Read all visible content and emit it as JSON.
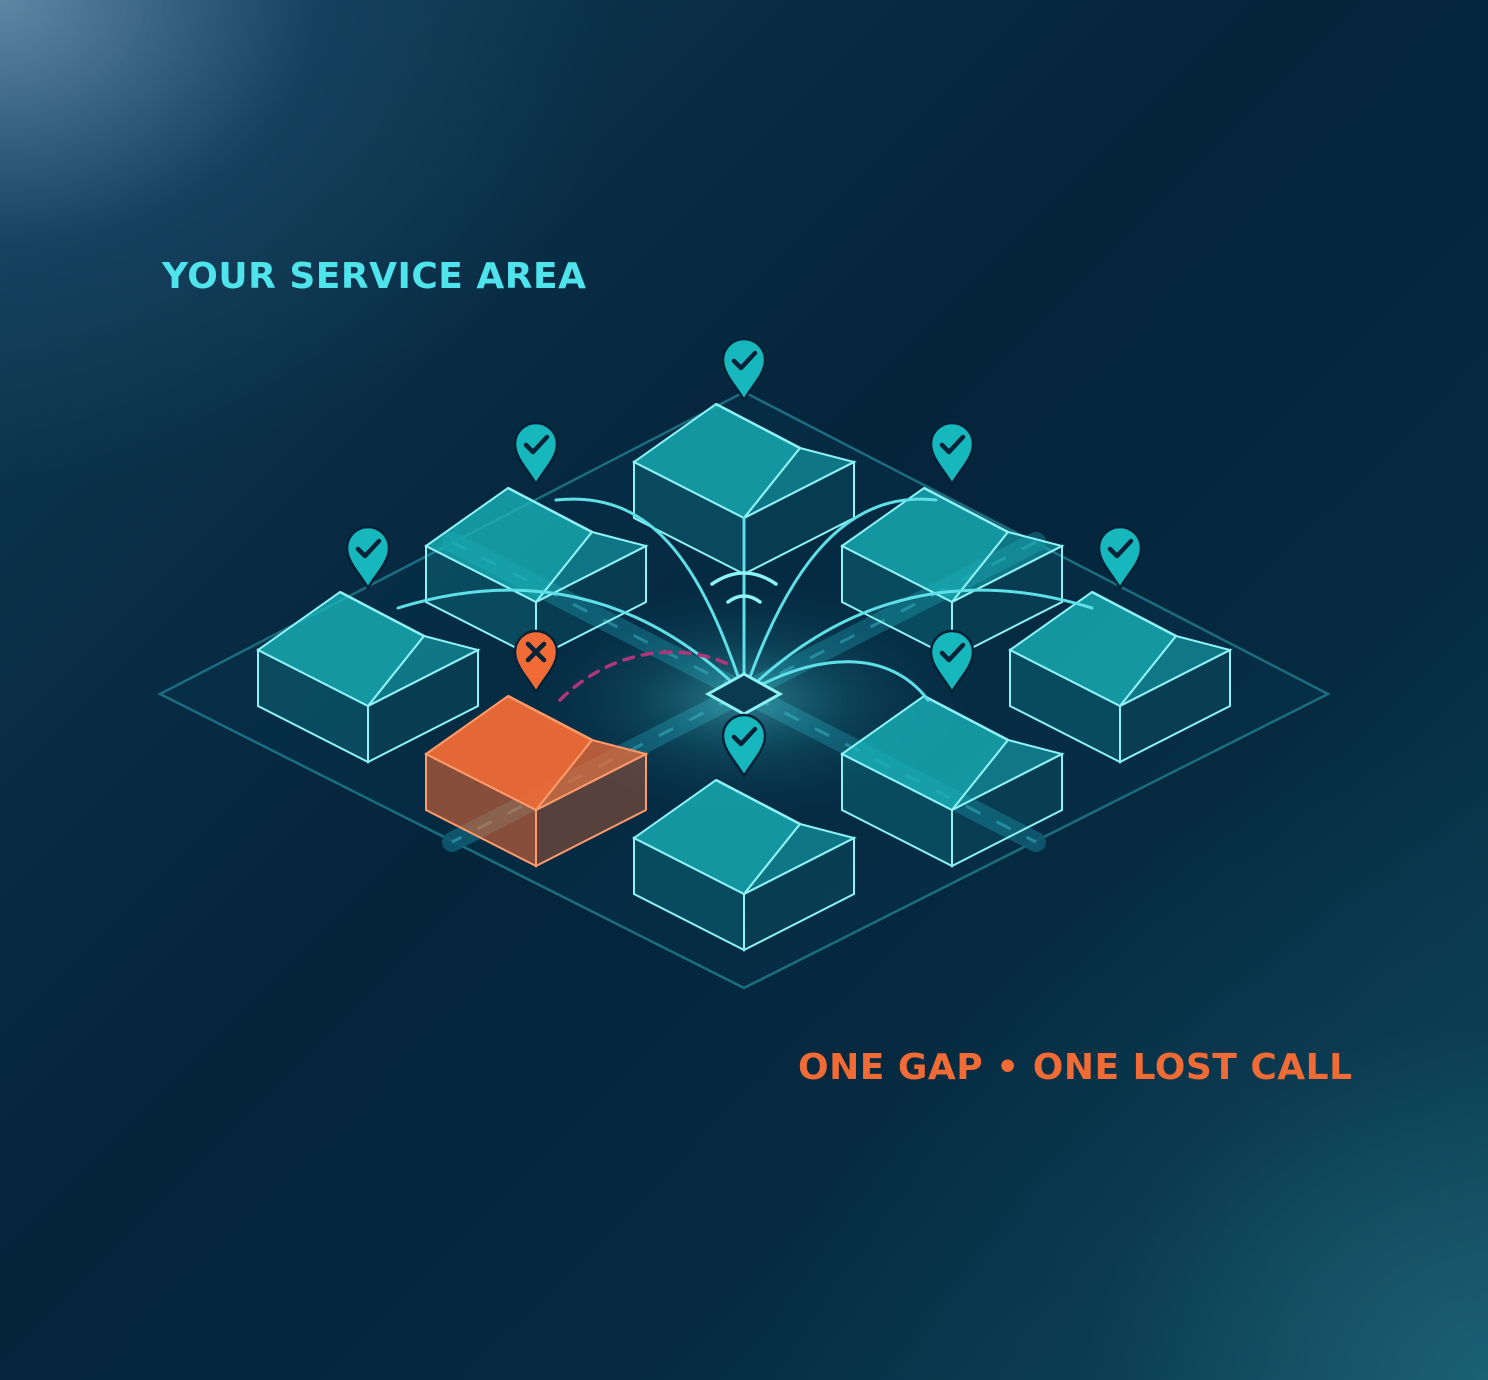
{
  "labels": {
    "service_area": "YOUR SERVICE AREA",
    "gap": "ONE GAP • ONE LOST CALL"
  },
  "colors": {
    "background": "#042236",
    "accent_teal": "#4fe3ec",
    "house_fill": "#18b5bb",
    "alert_orange": "#f06b35",
    "pin_teal": "#17b7be",
    "failed_link": "#b0357a"
  },
  "houses": [
    {
      "id": "top",
      "status": "covered"
    },
    {
      "id": "upper-left",
      "status": "covered"
    },
    {
      "id": "upper-right",
      "status": "covered"
    },
    {
      "id": "left",
      "status": "covered"
    },
    {
      "id": "right",
      "status": "covered"
    },
    {
      "id": "inner-left",
      "status": "gap"
    },
    {
      "id": "inner-right",
      "status": "covered"
    },
    {
      "id": "bottom",
      "status": "covered"
    }
  ],
  "icons": {
    "covered_pin": "checkmark-pin-icon",
    "gap_pin": "x-mark-pin-icon",
    "router": "wifi-router-icon"
  }
}
